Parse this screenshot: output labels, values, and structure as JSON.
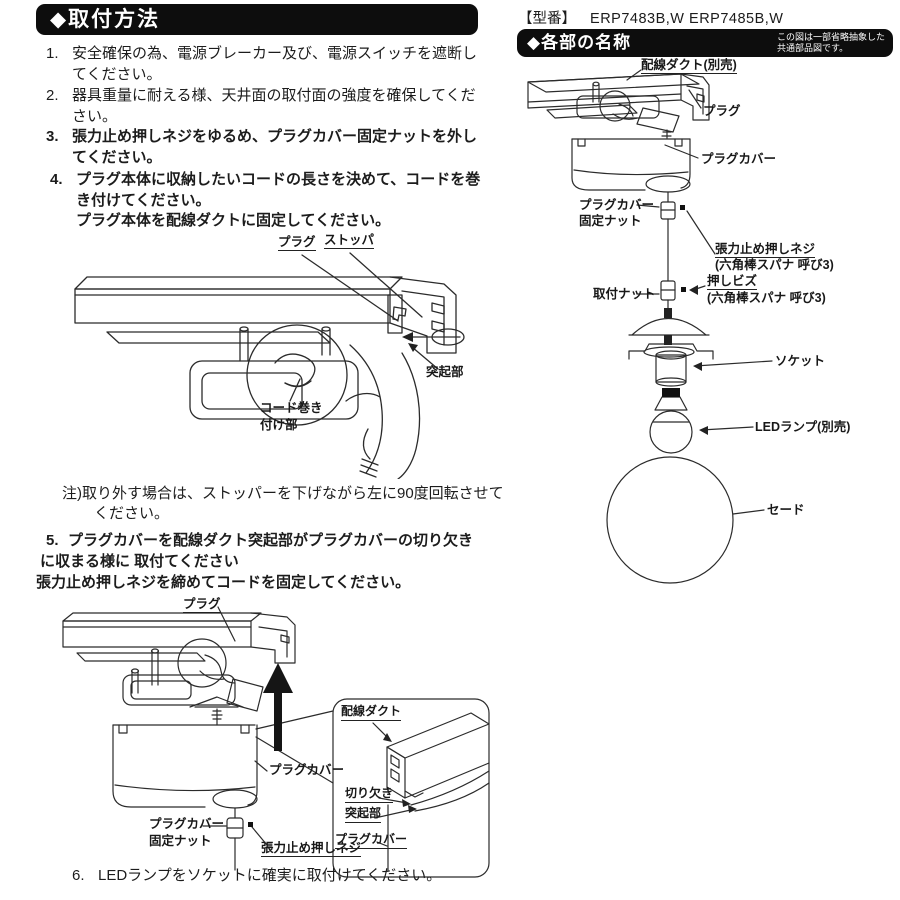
{
  "left": {
    "header": "◆取付方法",
    "steps": [
      {
        "num": "1.",
        "text": "安全確保の為、電源ブレーカー及び、電源スイッチを遮断してください。"
      },
      {
        "num": "2.",
        "text": "器具重量に耐える様、天井面の取付面の強度を確保してください。"
      },
      {
        "num": "3.",
        "text": "張力止め押しネジをゆるめ、プラグカバー固定ナットを外してください。"
      },
      {
        "num": "4.",
        "text": "プラグ本体に収納したいコードの長さを決めて、コードを巻き付けてください。",
        "text2": "プラグ本体を配線ダクトに固定してください。"
      }
    ],
    "diagram1": {
      "plug": "プラグ",
      "stopper": "ストッパ",
      "protrusion": "突起部",
      "cord_wrap_line1": "コード巻き",
      "cord_wrap_line2": "付け部"
    },
    "note": "注)取り外す場合は、ストッパーを下げながら左に90度回転させてください。",
    "step5": {
      "num": "5.",
      "line1": "プラグカバーを配線ダクト突起部がプラグカバーの切り欠き",
      "line2": "に収まる様に 取付てください",
      "line3": "張力止め押しネジを締めてコードを固定してください。"
    },
    "diagram2": {
      "plug": "プラグ",
      "plug_cover": "プラグカバー",
      "fix_nut_line1": "プラグカバー",
      "fix_nut_line2": "固定ナット",
      "tension_screw": "張力止め押しネジ",
      "inset": {
        "duct": "配線ダクト",
        "notch": "切り欠き",
        "protrusion": "突起部",
        "plug_cover": "プラグカバー"
      }
    },
    "step6": {
      "num": "6.",
      "text": "LEDランプをソケットに確実に取付けてください。"
    }
  },
  "right": {
    "model_label": "【型番】",
    "model_numbers": "ERP7483B,W ERP7485B,W",
    "header": "◆各部の名称",
    "note_line1": "この図は一部省略抽象した",
    "note_line2": "共通部品図です。",
    "parts": {
      "duct": "配線ダクト(別売)",
      "plug": "プラグ",
      "plug_cover": "プラグカバー",
      "fix_nut_line1": "プラグカバー",
      "fix_nut_line2": "固定ナット",
      "tension_screw": "張力止め押しネジ",
      "tension_screw_tool": "(六角棒スパナ 呼び3)",
      "mount_nut": "取付ナット",
      "push_screw": "押しビズ",
      "push_screw_tool": "(六角棒スパナ 呼び3)",
      "socket": "ソケット",
      "led_lamp": "LEDランプ(別売)",
      "shade": "セード"
    }
  },
  "colors": {
    "ink": "#1c1c1c",
    "paper": "#ffffff"
  }
}
